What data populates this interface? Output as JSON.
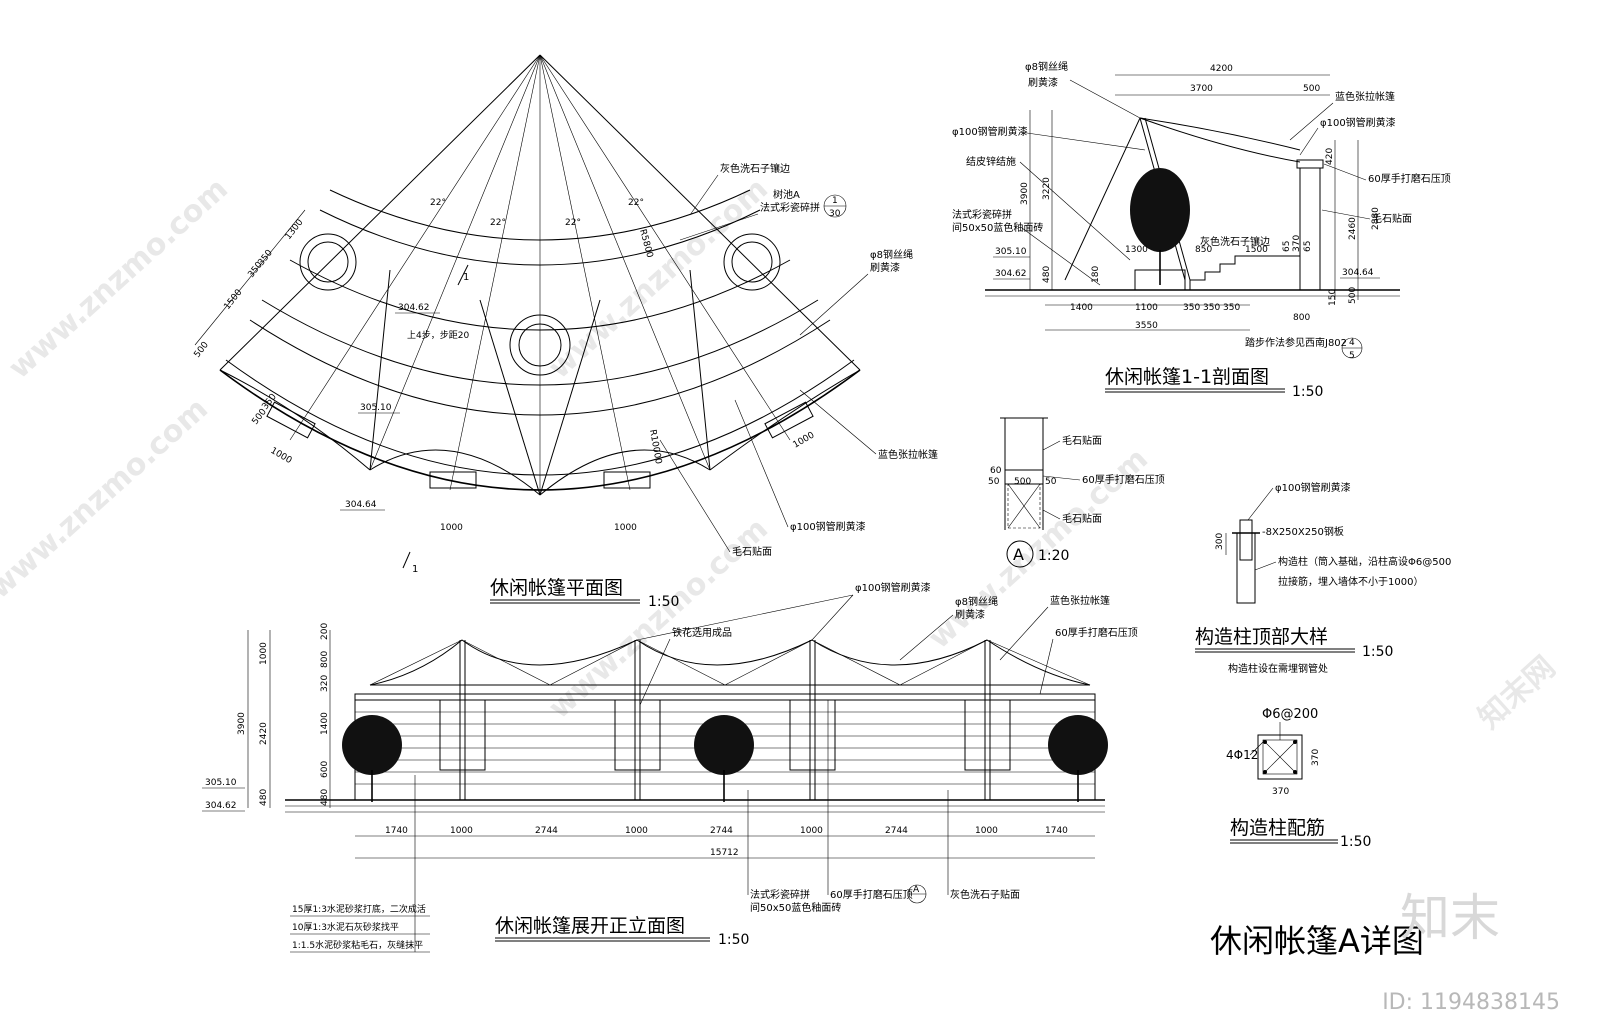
{
  "watermarks": {
    "brand_cn": "知末",
    "site": "www.znzmo.com",
    "site_cn": "知末网",
    "image_id": "ID: 1194838145"
  },
  "sheet_title": "休闲帐篷A详图",
  "plan": {
    "title": "休闲帐篷平面图",
    "scale": "1:50",
    "notes": [
      "灰色洗石子镶边",
      "树池A",
      "法式彩瓷碎拼",
      "φ8钢丝绳",
      "刷黄漆",
      "蓝色张拉帐篷",
      "φ100钢管刷黄漆",
      "毛石贴面",
      "上4步，步距20"
    ],
    "angles": [
      "22°",
      "22°",
      "22°",
      "22°"
    ],
    "radii": [
      "R5800",
      "R10000"
    ],
    "elevations": [
      "304.62",
      "305.10",
      "304.64"
    ],
    "dims": [
      "1300",
      "1500",
      "350",
      "350",
      "500",
      "500",
      "350",
      "1000",
      "1000",
      "1000",
      "1000"
    ],
    "callout_no": "1",
    "callout_sheet": "30",
    "section_mark": "1"
  },
  "section": {
    "title": "休闲帐篷1-1剖面图",
    "scale": "1:50",
    "notes": [
      "φ8钢丝绳",
      "刷黄漆",
      "φ100钢管刷黄漆",
      "结皮锌结施",
      "法式彩瓷碎拼",
      "间50x50蓝色釉面砖",
      "蓝色张拉帐篷",
      "φ100钢管刷黄漆",
      "60厚手打磨石压顶",
      "毛石贴面",
      "灰色洗石子镶边",
      "踏步作法参见西南J802"
    ],
    "top_dims": [
      "4200",
      "3700",
      "500"
    ],
    "vert_dims": [
      "3900",
      "3220",
      "480",
      "420",
      "2460",
      "2880",
      "500",
      "150",
      "180"
    ],
    "horiz_dims": [
      "1300",
      "850",
      "1500",
      "65",
      "370",
      "65",
      "1400",
      "1100",
      "350",
      "350",
      "350",
      "800",
      "3550"
    ],
    "elevations": [
      "305.10",
      "304.62",
      "304.64"
    ],
    "callout_no": "4",
    "callout_sheet": "5"
  },
  "detail_a": {
    "label": "A",
    "scale": "1:20",
    "notes": [
      "毛石贴面",
      "60厚手打磨石压顶",
      "毛石贴面"
    ],
    "dims": [
      "60",
      "50",
      "500",
      "50"
    ]
  },
  "column_top": {
    "title": "构造柱顶部大样",
    "scale": "1:50",
    "subnote": "构造柱设在需埋钢管处",
    "notes": [
      "φ100钢管刷黄漆",
      "-8X250X250钢板",
      "构造柱（筒入基础，沿柱高设Φ6@500",
      "拉接筋，埋入墙体不小于1000）"
    ],
    "dim": "300"
  },
  "column_rebar": {
    "title": "构造柱配筋",
    "scale": "1:50",
    "stirrup": "Φ6@200",
    "main_bar": "4Φ12",
    "dims": [
      "370",
      "370"
    ]
  },
  "elevation": {
    "title": "休闲帐篷展开正立面图",
    "scale": "1:50",
    "notes": [
      "φ100钢管刷黄漆",
      "φ8钢丝绳",
      "刷黄漆",
      "蓝色张拉帐篷",
      "铁花选用成品",
      "60厚手打磨石压顶",
      "法式彩瓷碎拼",
      "间50x50蓝色釉面砖",
      "60厚手打磨石压顶",
      "灰色洗石子贴面"
    ],
    "layers": [
      "15厚1:3水泥砂浆打底，二次成活",
      "10厚1:3水泥石灰砂浆找平",
      "1:1.5水泥砂浆粘毛石，灰缝抹平"
    ],
    "bottom_dims": [
      "1740",
      "1000",
      "2744",
      "1000",
      "2744",
      "1000",
      "2744",
      "1000",
      "1740"
    ],
    "total": "15712",
    "left_dims_outer": [
      "1000",
      "3900",
      "480"
    ],
    "left_dims_inner": [
      "200",
      "800",
      "320",
      "1400",
      "600",
      "480"
    ],
    "mid_dim": "2420",
    "elevations": [
      "305.10",
      "304.62"
    ],
    "callout": "A"
  }
}
